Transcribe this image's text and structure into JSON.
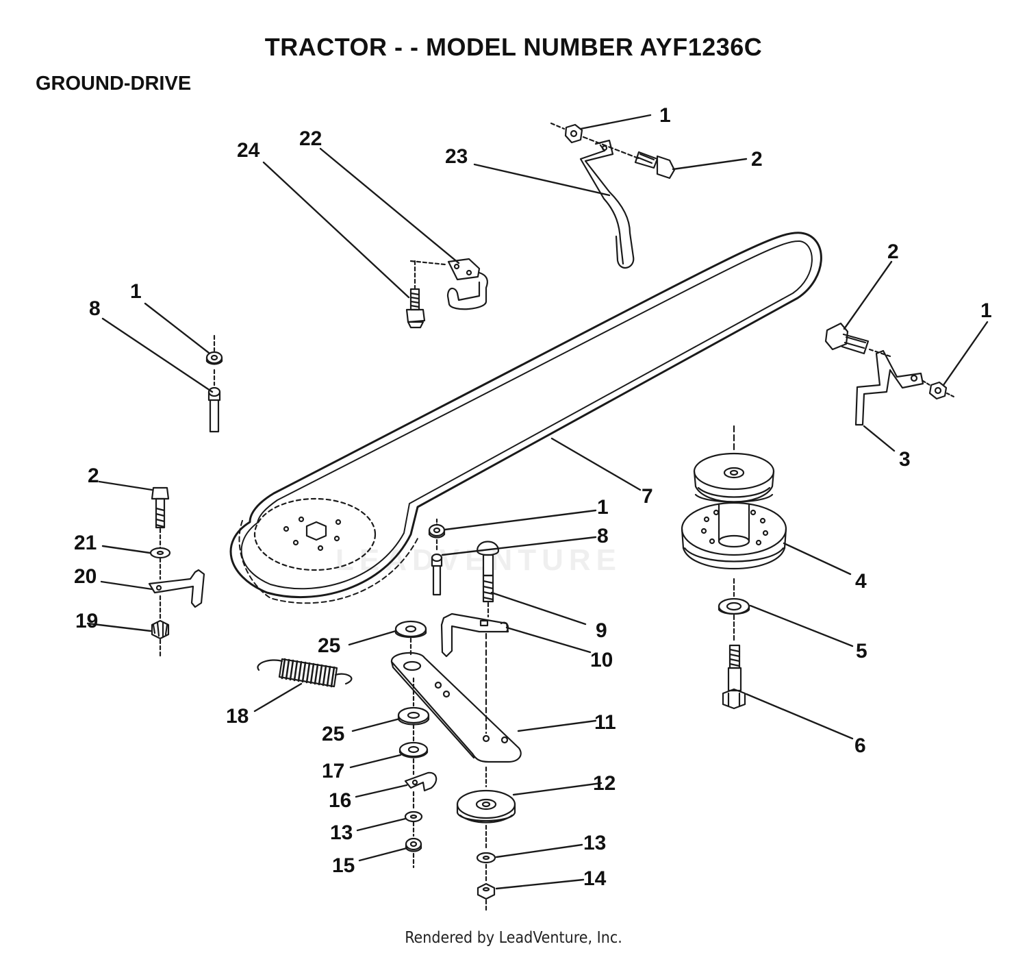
{
  "title": "TRACTOR - - MODEL NUMBER AYF1236C",
  "section": "GROUND-DRIVE",
  "footer": "Rendered by LeadVenture, Inc.",
  "watermark": "LEADVENTURE",
  "callouts": [
    {
      "id": "c1a",
      "text": "1"
    },
    {
      "id": "c2a",
      "text": "2"
    },
    {
      "id": "c23",
      "text": "23"
    },
    {
      "id": "c22",
      "text": "22"
    },
    {
      "id": "c24",
      "text": "24"
    },
    {
      "id": "c2b",
      "text": "2"
    },
    {
      "id": "c1b",
      "text": "1"
    },
    {
      "id": "c1c",
      "text": "1"
    },
    {
      "id": "c8a",
      "text": "8"
    },
    {
      "id": "c3",
      "text": "3"
    },
    {
      "id": "c2c",
      "text": "2"
    },
    {
      "id": "c7",
      "text": "7"
    },
    {
      "id": "c1d",
      "text": "1"
    },
    {
      "id": "c8b",
      "text": "8"
    },
    {
      "id": "c21",
      "text": "21"
    },
    {
      "id": "c20",
      "text": "20"
    },
    {
      "id": "c4",
      "text": "4"
    },
    {
      "id": "c19",
      "text": "19"
    },
    {
      "id": "c9",
      "text": "9"
    },
    {
      "id": "c25a",
      "text": "25"
    },
    {
      "id": "c10",
      "text": "10"
    },
    {
      "id": "c5",
      "text": "5"
    },
    {
      "id": "c18",
      "text": "18"
    },
    {
      "id": "c11",
      "text": "11"
    },
    {
      "id": "c25b",
      "text": "25"
    },
    {
      "id": "c6",
      "text": "6"
    },
    {
      "id": "c17",
      "text": "17"
    },
    {
      "id": "c12",
      "text": "12"
    },
    {
      "id": "c16",
      "text": "16"
    },
    {
      "id": "c13a",
      "text": "13"
    },
    {
      "id": "c13b",
      "text": "13"
    },
    {
      "id": "c15",
      "text": "15"
    },
    {
      "id": "c14",
      "text": "14"
    }
  ]
}
